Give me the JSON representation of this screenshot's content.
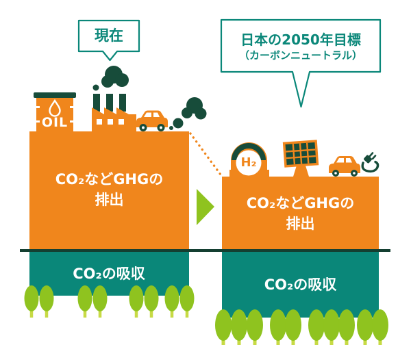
{
  "colors": {
    "orange": "#f0861c",
    "teal": "#0a8779",
    "dark_green": "#174c3a",
    "ground_line": "#143f31",
    "tree_green": "#8fc31f",
    "stem_green": "#c7da45",
    "arrow_green": "#8fc31f",
    "white": "#ffffff"
  },
  "bubbles": {
    "now": {
      "label": "現在"
    },
    "goal": {
      "line1": "日本の2050年目標",
      "line2": "（カーボンニュートラル）"
    }
  },
  "present": {
    "emission_line1": "CO₂などGHGの",
    "emission_line2": "排出",
    "absorption": "CO₂の吸収",
    "icons": [
      "oil-barrel-icon",
      "factory-icon",
      "smoke-icon",
      "gasoline-car-icon",
      "exhaust-icon"
    ]
  },
  "goal2050": {
    "emission_line1": "CO₂などGHGの",
    "emission_line2": "排出",
    "absorption": "CO₂の吸収",
    "icons": [
      "hydrogen-tank-icon",
      "solar-panel-icon",
      "electric-car-icon",
      "plug-icon"
    ]
  },
  "icon_text": {
    "oil": "OIL",
    "h2": "H₂"
  },
  "misc_icons": [
    "arrow-right-icon",
    "tree-icon",
    "dotted-transition-line"
  ]
}
